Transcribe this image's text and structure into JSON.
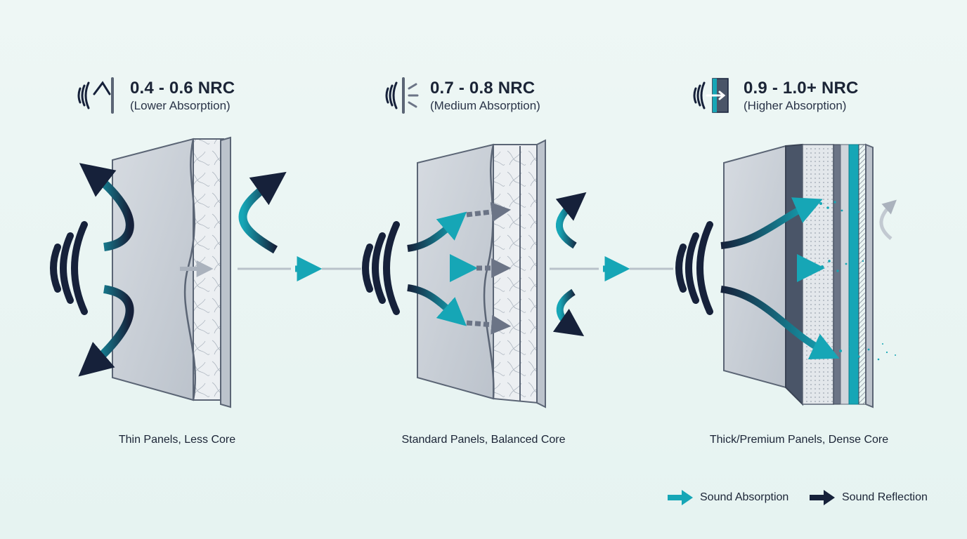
{
  "colors": {
    "background": "#e8f4f2",
    "reflection": "#16213a",
    "absorption": "#14a9b8",
    "panel": "#cbd1d8",
    "frame": "#5b6575"
  },
  "panels": [
    {
      "nrc": "0.4 - 0.6 NRC",
      "absorption": "(Lower Absorption)",
      "caption": "Thin Panels, Less Core",
      "icon": "reflect-sound-icon"
    },
    {
      "nrc": "0.7 - 0.8 NRC",
      "absorption": "(Medium Absorption)",
      "caption": "Standard Panels, Balanced Core",
      "icon": "partial-absorb-sound-icon"
    },
    {
      "nrc": "0.9 - 1.0+ NRC",
      "absorption": "(Higher Absorption)",
      "caption": "Thick/Premium Panels, Dense Core",
      "icon": "absorb-sound-icon"
    }
  ],
  "legend": {
    "absorption": "Sound Absorption",
    "reflection": "Sound Reflection"
  }
}
